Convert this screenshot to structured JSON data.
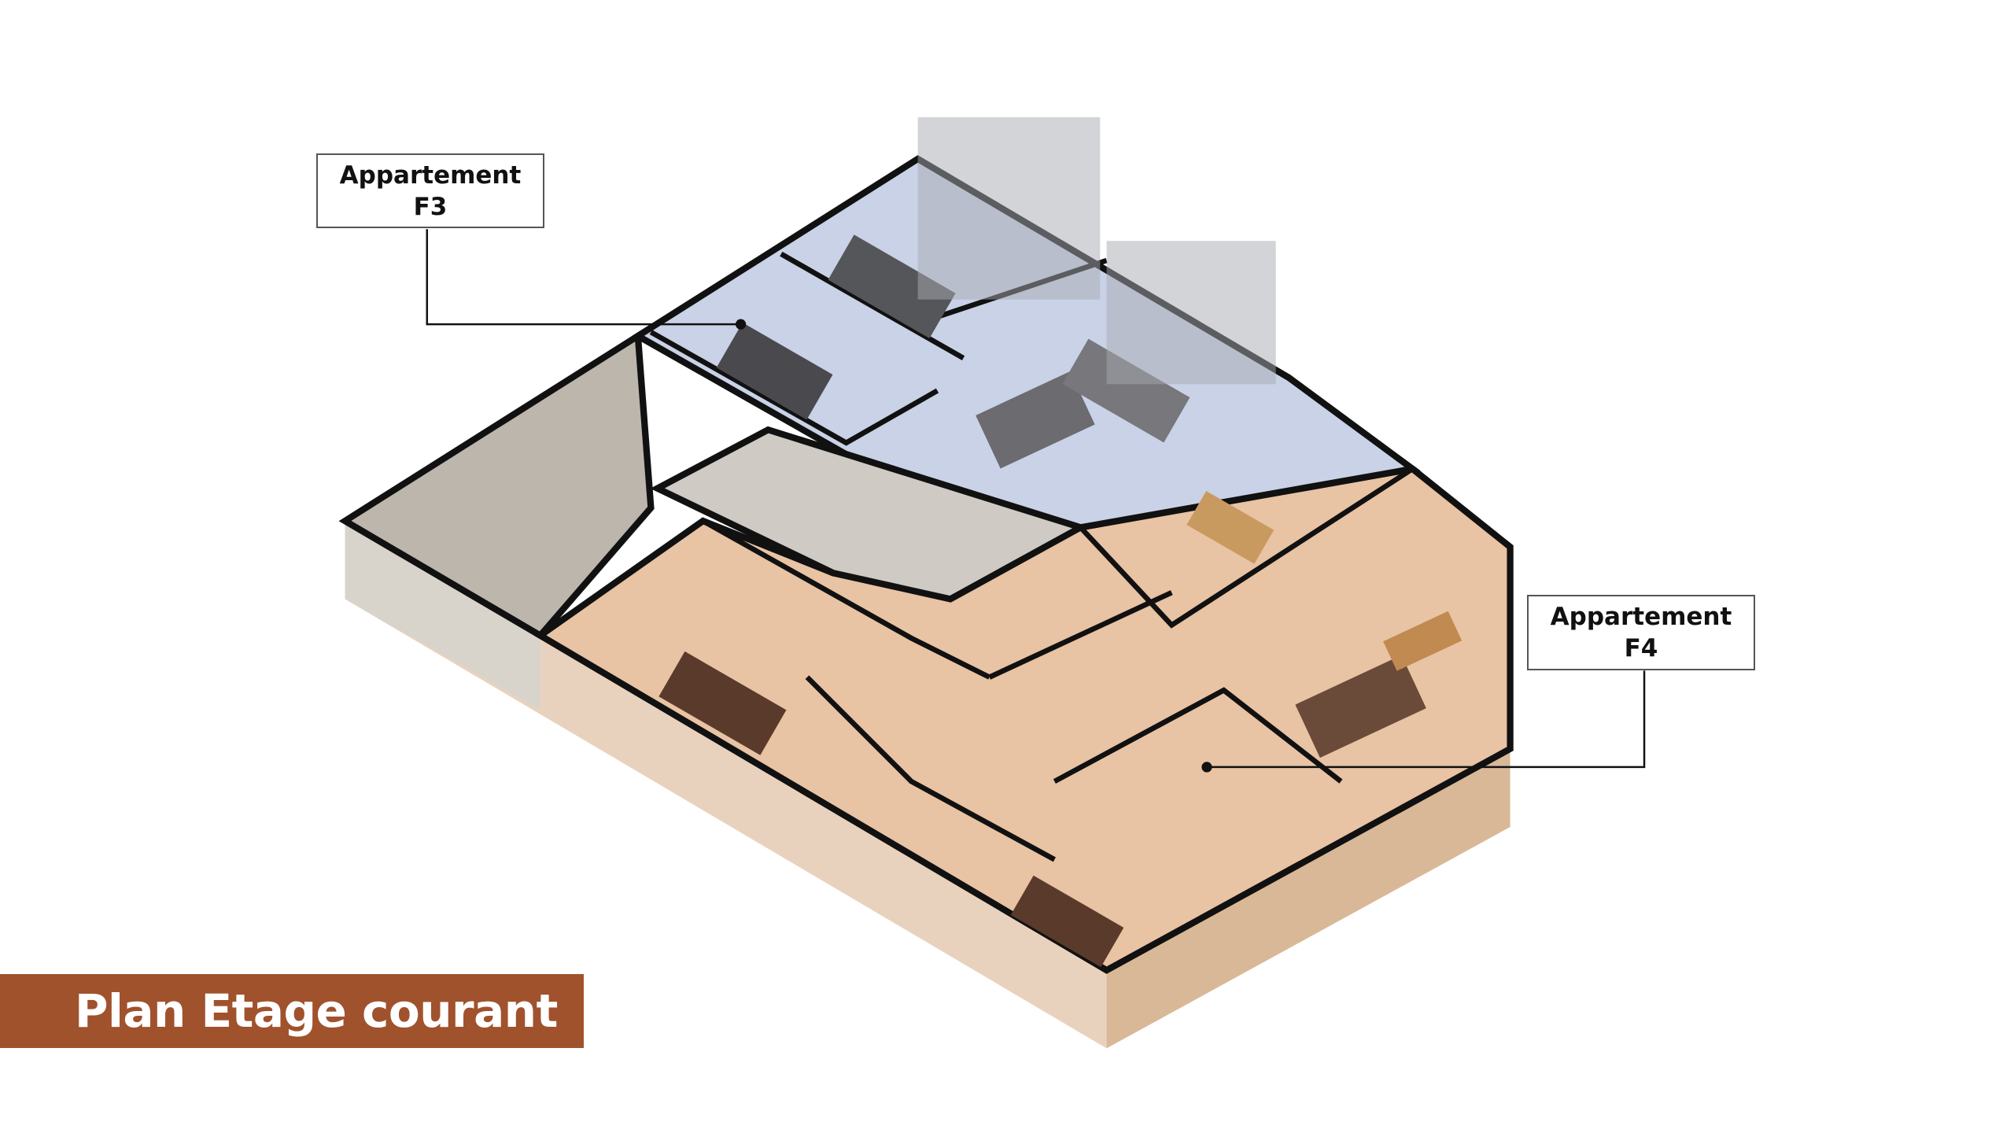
{
  "labels": {
    "f3": {
      "line1": "Appartement",
      "line2": "F3"
    },
    "f4": {
      "line1": "Appartement",
      "line2": "F4"
    }
  },
  "banner": {
    "title": "Plan Etage courant"
  },
  "colors": {
    "banner": "#a0522d",
    "f3_zone": "#c9d2e6",
    "f4_zone": "#e8c3a4",
    "wall": "#111111"
  }
}
